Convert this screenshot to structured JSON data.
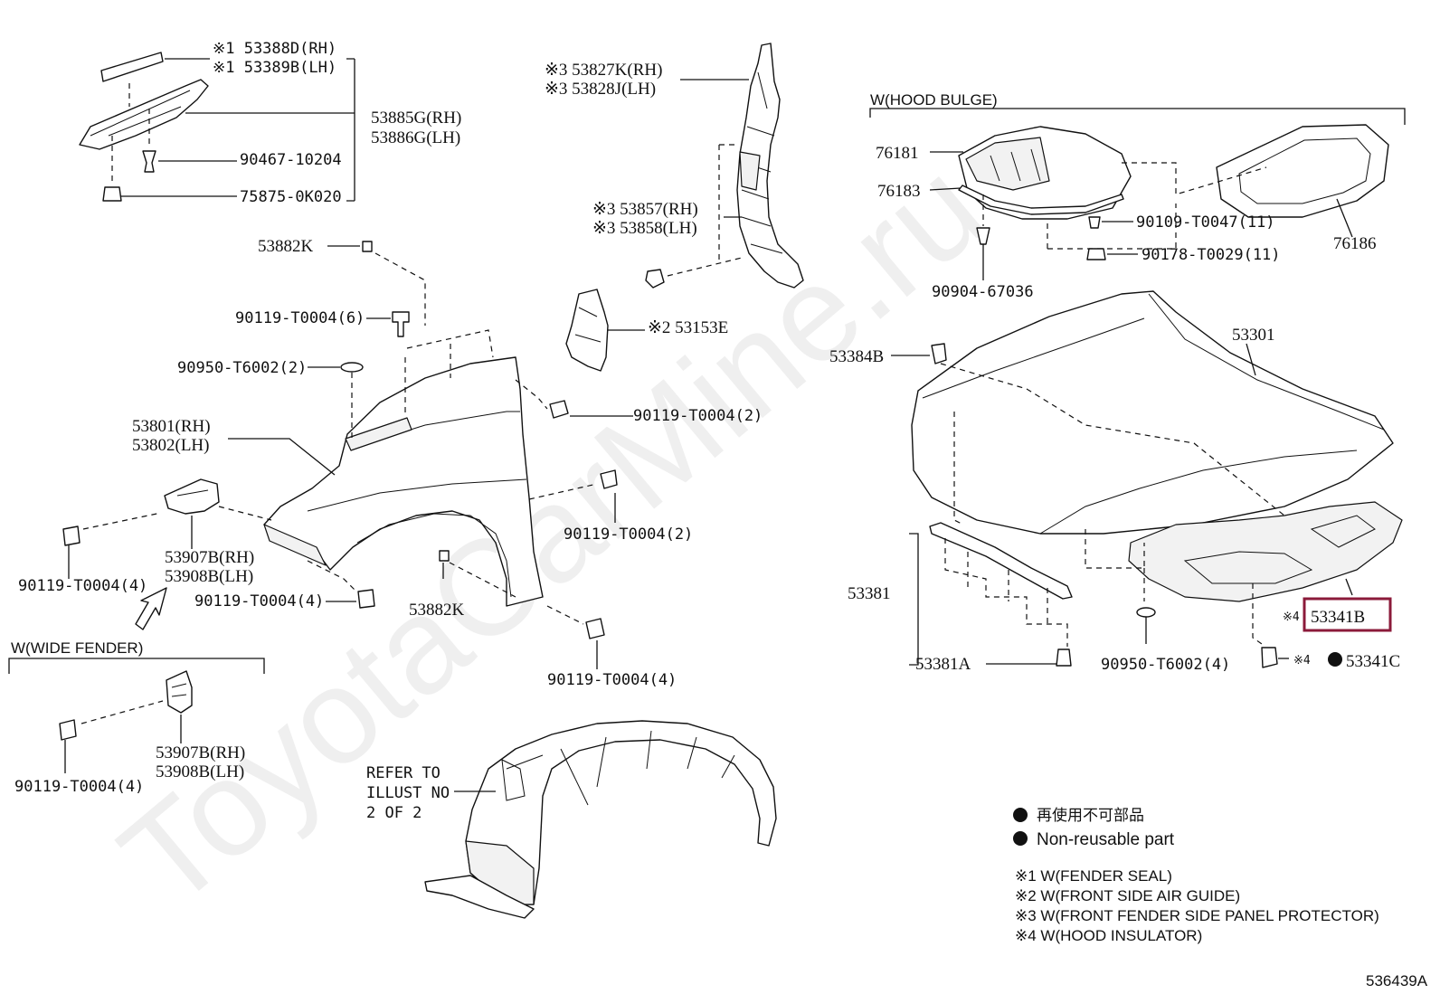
{
  "watermark": "ToyotaCarMine.ru",
  "diagram_id": "536439A",
  "labels": {
    "fs_rh": "※1 53388D(RH)",
    "fs_lh": "※1 53389B(LH)",
    "seal_rh": "53885G(RH)",
    "seal_lh": "53886G(LH)",
    "clip_a": "90467-10204",
    "clip_b": "75875-0K020",
    "prot_rh": "※3 53827K(RH)",
    "prot_lh": "※3 53828J(LH)",
    "prot2_rh": "※3 53857(RH)",
    "prot2_lh": "※3 53858(LH)",
    "pad_top": "53882K",
    "bolt_6": "90119-T0004(6)",
    "washer_2": "90950-T6002(2)",
    "air_guide": "※2 53153E",
    "bolt_2a": "90119-T0004(2)",
    "fender_rh": "53801(RH)",
    "fender_lh": "53802(LH)",
    "bolt_2b": "90119-T0004(2)",
    "bracket_rh": "53907B(RH)",
    "bracket_lh": "53908B(LH)",
    "bolt_4a": "90119-T0004(4)",
    "bolt_4b": "90119-T0004(4)",
    "pad_bottom": "53882K",
    "bolt_4c": "90119-T0004(4)",
    "wide_fender": "W(WIDE FENDER)",
    "bracket2_rh": "53907B(RH)",
    "bracket2_lh": "53908B(LH)",
    "bolt_4d": "90119-T0004(4)",
    "refer_1": "REFER TO",
    "refer_2": "ILLUST NO",
    "refer_3": "2 OF 2",
    "hood_bulge": "W(HOOD BULGE)",
    "scoop": "76181",
    "scoop_seal": "76183",
    "screw_11": "90109-T0047(11)",
    "nut_11": "90178-T0029(11)",
    "scoop_frame": "76186",
    "clip_c": "90904-67036",
    "cushion": "53384B",
    "hood": "53301",
    "seal_hood": "53381",
    "seal_clip": "53381A",
    "washer_4": "90950-T6002(4)",
    "insulator_mark": "※4",
    "insulator": "53341B",
    "ins_clip_mark": "※4",
    "ins_clip": "53341C"
  },
  "legend": {
    "jp": "再使用不可部品",
    "en": "Non-reusable part",
    "notes": [
      "※1 W(FENDER SEAL)",
      "※2 W(FRONT SIDE AIR GUIDE)",
      "※3 W(FRONT FENDER SIDE PANEL PROTECTOR)",
      "※4 W(HOOD INSULATOR)"
    ]
  }
}
